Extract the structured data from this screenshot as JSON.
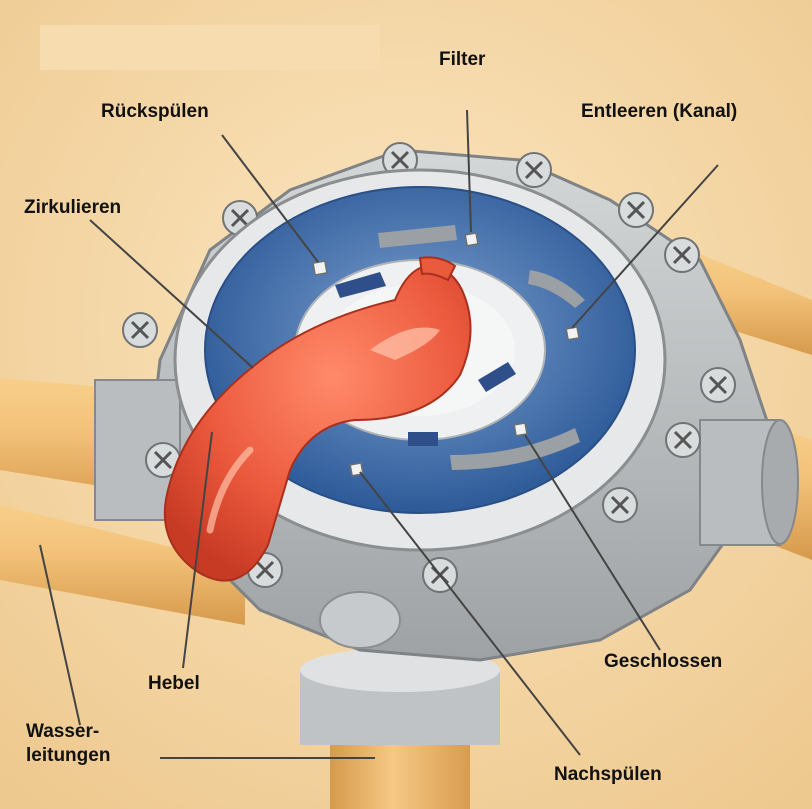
{
  "diagram": {
    "labels": {
      "filter": "Filter",
      "rueckspuelen": "Rückspülen",
      "entleeren": "Entleeren (Kanal)",
      "zirkulieren": "Zirkulieren",
      "geschlossen": "Geschlossen",
      "hebel": "Hebel",
      "wasserleitungen": "Wasser-\nleitungen",
      "nachspuelen": "Nachspülen"
    },
    "colors": {
      "background": "#f4d9a8",
      "pipe": "#e8b060",
      "valve_body": "#b8bcbe",
      "dial_blue": "#3a69a8",
      "lever": "#e8523a"
    }
  }
}
